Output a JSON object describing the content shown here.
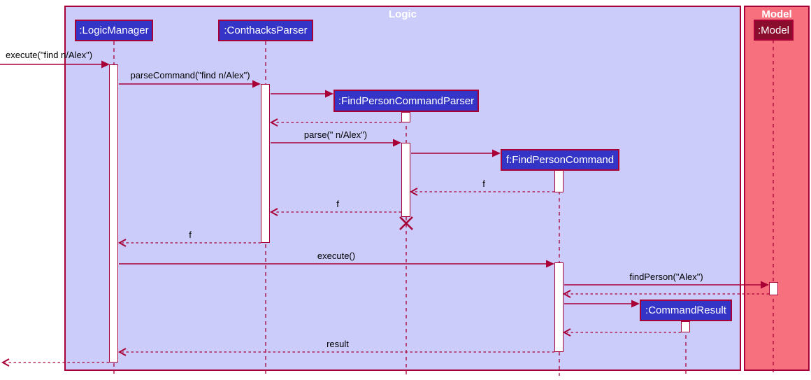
{
  "frames": {
    "logic": {
      "title": "Logic"
    },
    "model": {
      "title": "Model"
    }
  },
  "participants": {
    "logic_manager": {
      "label": ":LogicManager"
    },
    "conthacks_parser": {
      "label": ":ConthacksParser"
    },
    "find_person_command_parser": {
      "label": ":FindPersonCommandParser"
    },
    "find_person_command": {
      "label": "f:FindPersonCommand"
    },
    "command_result": {
      "label": ":CommandResult"
    },
    "model": {
      "label": ":Model"
    }
  },
  "messages": {
    "execute_find": "execute(\"find n/Alex\")",
    "parse_command": "parseCommand(\"find n/Alex\")",
    "parse": "parse(\" n/Alex\")",
    "f1": "f",
    "f2": "f",
    "f3": "f",
    "execute": "execute()",
    "find_person": "findPerson(\"Alex\")",
    "result": "result"
  },
  "colors": {
    "line": "#A80036",
    "participant_fill": "#3434C7",
    "participant_text": "#FFFFFF",
    "model_participant_fill": "#8B0D2E",
    "logic_background": "#CCCCFA",
    "model_background": "#F7707E",
    "activation_fill": "#FFFFFF",
    "message_text": "#000000",
    "frame_title_text": "#FFFFFF"
  }
}
